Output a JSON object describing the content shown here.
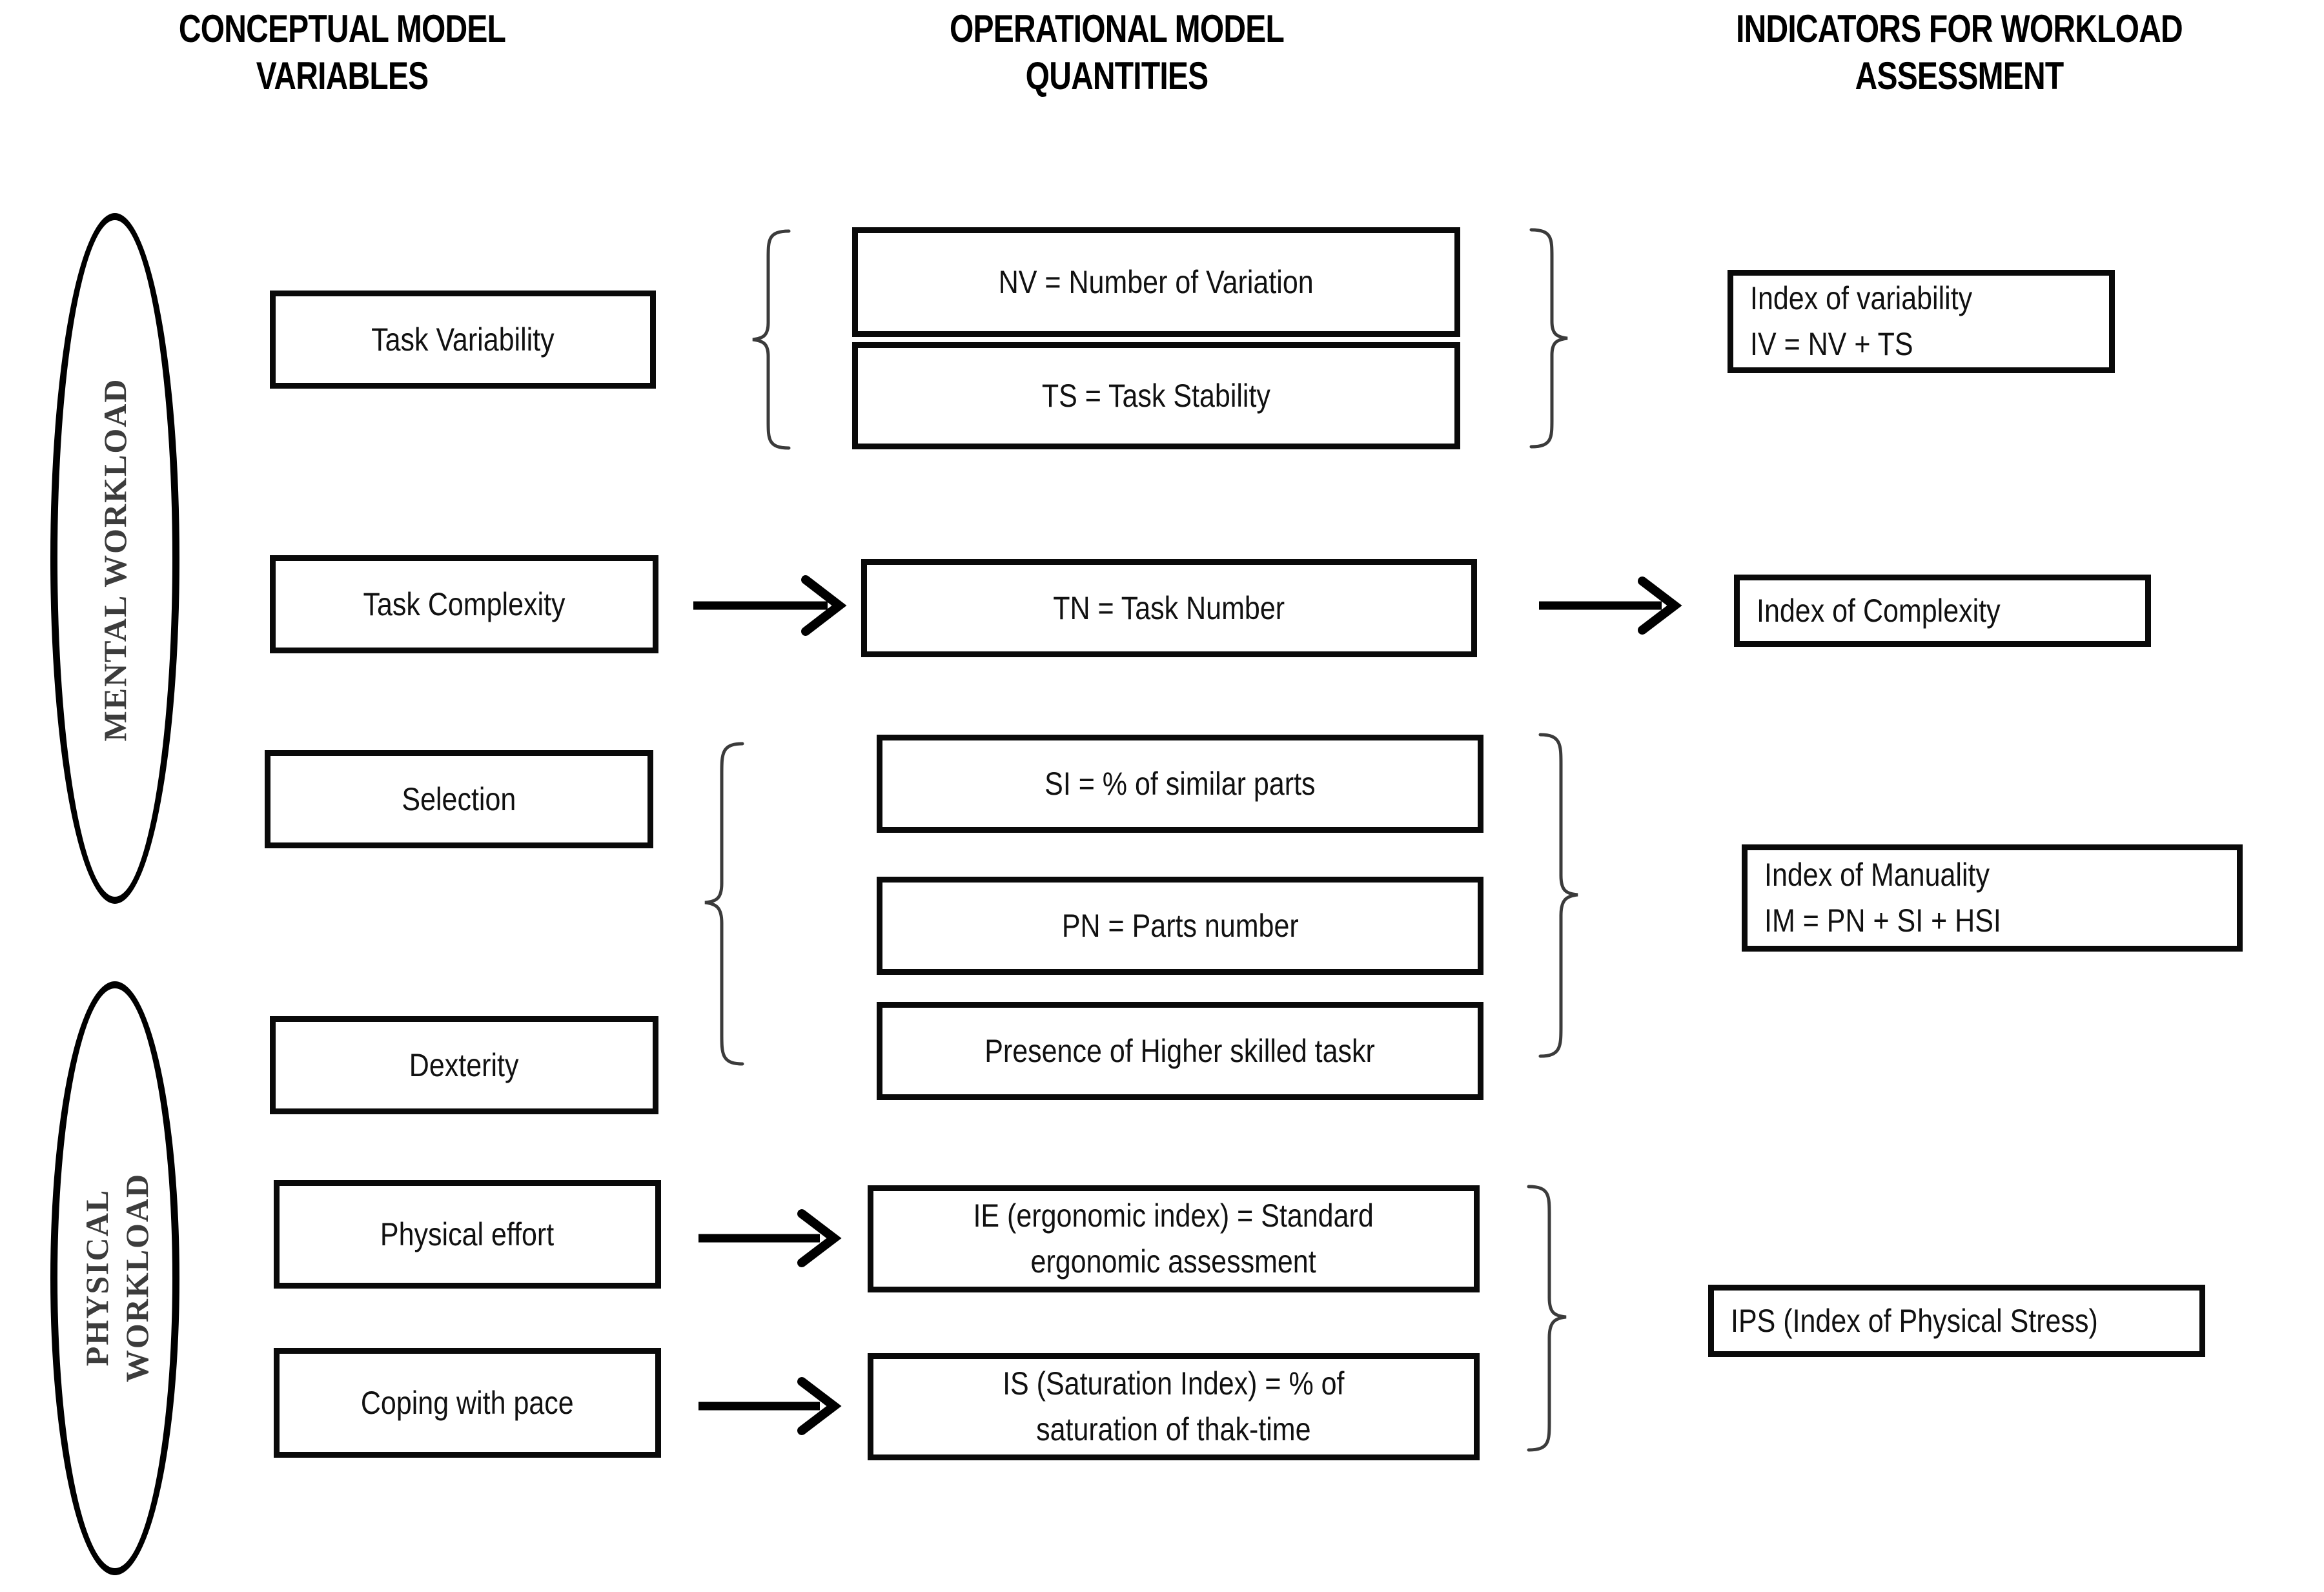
{
  "headers": [
    {
      "id": "conceptual",
      "text": "CONCEPTUAL MODEL\nVARIABLES"
    },
    {
      "id": "operational",
      "text": "OPERATIONAL  MODEL\nQUANTITIES"
    },
    {
      "id": "indicators",
      "text": "INDICATORS FOR WORKLOAD\nASSESSMENT"
    }
  ],
  "groups": [
    {
      "id": "mental",
      "label": "MENTAL WORKLOAD"
    },
    {
      "id": "physical",
      "label": "PHYSICAL\nWORKLOAD",
      "line1": "PHYSICAL",
      "line2": "WORKLOAD"
    }
  ],
  "conceptual_variables": [
    {
      "id": "task-variability",
      "label": "Task Variability"
    },
    {
      "id": "task-complexity",
      "label": "Task Complexity"
    },
    {
      "id": "selection",
      "label": "Selection"
    },
    {
      "id": "dexterity",
      "label": "Dexterity"
    },
    {
      "id": "physical-effort",
      "label": "Physical effort"
    },
    {
      "id": "coping-with-pace",
      "label": "Coping with pace"
    }
  ],
  "operational_quantities": [
    {
      "id": "nv",
      "label": "NV = Number of Variation"
    },
    {
      "id": "ts",
      "label": "TS = Task Stability"
    },
    {
      "id": "tn",
      "label": "TN = Task Number"
    },
    {
      "id": "si",
      "label": "SI = % of similar parts"
    },
    {
      "id": "pn",
      "label": "PN = Parts number"
    },
    {
      "id": "hsi",
      "label": "Presence of Higher skilled taskr"
    },
    {
      "id": "ie",
      "label": "IE (ergonomic index) = Standard\nergonomic assessment"
    },
    {
      "id": "is",
      "label": "IS (Saturation Index) = % of\nsaturation of thak-time"
    }
  ],
  "indicators": [
    {
      "id": "index-of-variability",
      "label": "Index of variability\nIV = NV + TS"
    },
    {
      "id": "index-of-complexity",
      "label": "Index of Complexity"
    },
    {
      "id": "index-of-manuality",
      "label": "Index of Manuality\nIM = PN + SI + HSI"
    },
    {
      "id": "index-of-physical-stress",
      "label": "IPS (Index of Physical Stress)"
    }
  ],
  "colors": {
    "stroke": "#000000",
    "brace": "#3b3b3b",
    "ellipse_text": "#3c3c3c",
    "background": "#ffffff"
  }
}
